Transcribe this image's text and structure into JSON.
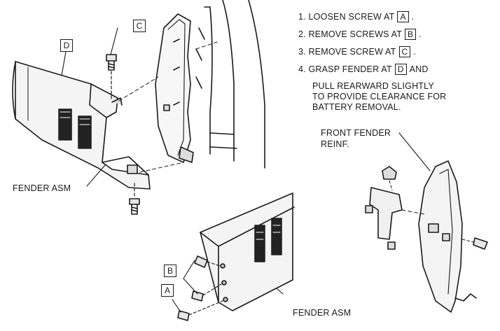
{
  "instructions": [
    {
      "text": "1. LOOSEN SCREW AT",
      "ref": "A",
      "end": "."
    },
    {
      "text": "2. REMOVE SCREWS AT",
      "ref": "B",
      "end": "."
    },
    {
      "text": "3. REMOVE SCREW AT",
      "ref": "C",
      "end": "."
    },
    {
      "text": "4. GRASP FENDER AT",
      "ref": "D",
      "end": "AND"
    }
  ],
  "instruction_cont": [
    "PULL REARWARD SLIGHTLY",
    "TO PROVIDE CLEARANCE FOR",
    "BATTERY REMOVAL."
  ],
  "labels": {
    "fender_asm_left": "FENDER ASM",
    "fender_asm_bottom": "FENDER ASM",
    "reinf_line1": "FRONT FENDER",
    "reinf_line2": "REINF."
  },
  "callouts": {
    "c": "C",
    "d": "D",
    "b": "B",
    "a": "A"
  }
}
